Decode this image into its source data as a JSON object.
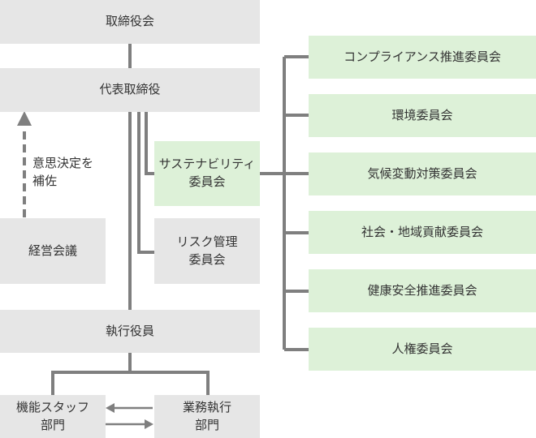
{
  "nodes": {
    "board_of_directors": "取締役会",
    "representative_director": "代表取締役",
    "management_meeting": "経営会議",
    "sustainability_committee": [
      "サステナビリティ",
      "委員会"
    ],
    "risk_committee": [
      "リスク管理",
      "委員会"
    ],
    "executive_officers": "執行役員",
    "staff_departments": [
      "機能スタッフ",
      "部門"
    ],
    "business_departments": [
      "業務執行",
      "部門"
    ]
  },
  "support_note": [
    "意思決定を",
    "補佐"
  ],
  "sub_committees": [
    "コンプライアンス推進委員会",
    "環境委員会",
    "気候変動対策委員会",
    "社会・地域貢献委員会",
    "健康安全推進委員会",
    "人権委員会"
  ],
  "colors": {
    "gray_box": "#e6e6e6",
    "green_box": "#ddf1d8",
    "line": "#7f7f7f",
    "text": "#333333"
  }
}
